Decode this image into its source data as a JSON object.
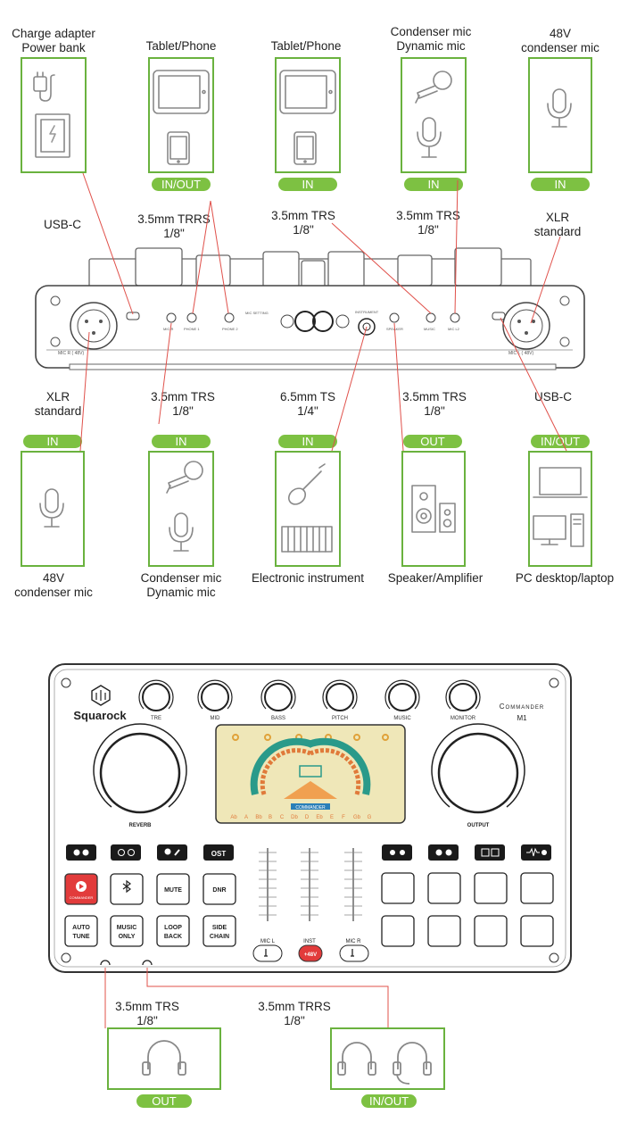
{
  "top_sources": [
    {
      "lines": [
        "Charge adapter",
        "Power bank"
      ],
      "badge": ""
    },
    {
      "lines": [
        "Tablet/Phone"
      ],
      "badge": "IN/OUT"
    },
    {
      "lines": [
        "Tablet/Phone"
      ],
      "badge": "IN"
    },
    {
      "lines": [
        "Condenser mic",
        "Dynamic mic"
      ],
      "badge": "IN"
    },
    {
      "lines": [
        "48V",
        "condenser mic"
      ],
      "badge": "IN"
    }
  ],
  "top_connectors": [
    {
      "lines": [
        "USB-C"
      ]
    },
    {
      "lines": [
        "3.5mm TRRS",
        "1/8\""
      ]
    },
    {
      "lines": [
        "3.5mm TRS",
        "1/8\""
      ]
    },
    {
      "lines": [
        "3.5mm TRS",
        "1/8\""
      ]
    },
    {
      "lines": [
        "XLR",
        "standard"
      ]
    }
  ],
  "bottom_connectors": [
    {
      "lines": [
        "XLR",
        "standard"
      ],
      "badge": "IN"
    },
    {
      "lines": [
        "3.5mm TRS",
        "1/8\""
      ],
      "badge": "IN"
    },
    {
      "lines": [
        "6.5mm TS",
        "1/4\""
      ],
      "badge": "IN"
    },
    {
      "lines": [
        "3.5mm TRS",
        "1/8\""
      ],
      "badge": "OUT"
    },
    {
      "lines": [
        "USB-C"
      ],
      "badge": "IN/OUT"
    }
  ],
  "bottom_devices": [
    {
      "lines": [
        "48V",
        "condenser mic"
      ]
    },
    {
      "lines": [
        "Condenser mic",
        "Dynamic mic"
      ]
    },
    {
      "lines": [
        "Electronic instrument"
      ]
    },
    {
      "lines": [
        "Speaker/Amplifier"
      ]
    },
    {
      "lines": [
        "PC desktop/laptop"
      ]
    }
  ],
  "rear_panel": {
    "mic_r": "MIC R ( 48V)",
    "mic_l": "MIC L ( 48V)",
    "ports": [
      "MIC R",
      "PHONE 1",
      "PHONE 2",
      "MIC SETTING",
      "INSTRUMENT",
      "SPEAKER",
      "MUSIC",
      "MIC L2"
    ]
  },
  "device": {
    "brand": "Squarock",
    "model_line1": "Commander",
    "model_line2": "M1",
    "knobs": [
      "TRE",
      "MID",
      "BASS",
      "PITCH",
      "MUSIC",
      "MONITOR"
    ],
    "big_knobs": [
      "REVERB",
      "OUTPUT"
    ],
    "left_buttons_row2": [
      "",
      "",
      "MUTE",
      "DNR"
    ],
    "left_buttons_row3": [
      "AUTO TUNE",
      "MUSIC ONLY",
      "LOOP BACK",
      "SIDE CHAIN"
    ],
    "top_row_ost": "OST",
    "commander_btn": "COMMANDER",
    "fader_labels": [
      "MIC L",
      "INST",
      "MIC R"
    ],
    "phantom": "+48V",
    "screen_notes": [
      "Ab",
      "A",
      "Bb",
      "B",
      "C",
      "Db",
      "D",
      "Eb",
      "E",
      "F",
      "Gb",
      "G"
    ],
    "screen_center": "COMMANDER"
  },
  "headphone_section": {
    "connectors": [
      {
        "lines": [
          "3.5mm TRS",
          "1/8\""
        ]
      },
      {
        "lines": [
          "3.5mm TRRS",
          "1/8\""
        ]
      }
    ],
    "badges": [
      "OUT",
      "IN/OUT"
    ]
  },
  "colors": {
    "accent_green": "#7dc142",
    "box_green": "#6ab23e",
    "line_red": "#e0504a",
    "screen_bg": "#efe7b8"
  }
}
